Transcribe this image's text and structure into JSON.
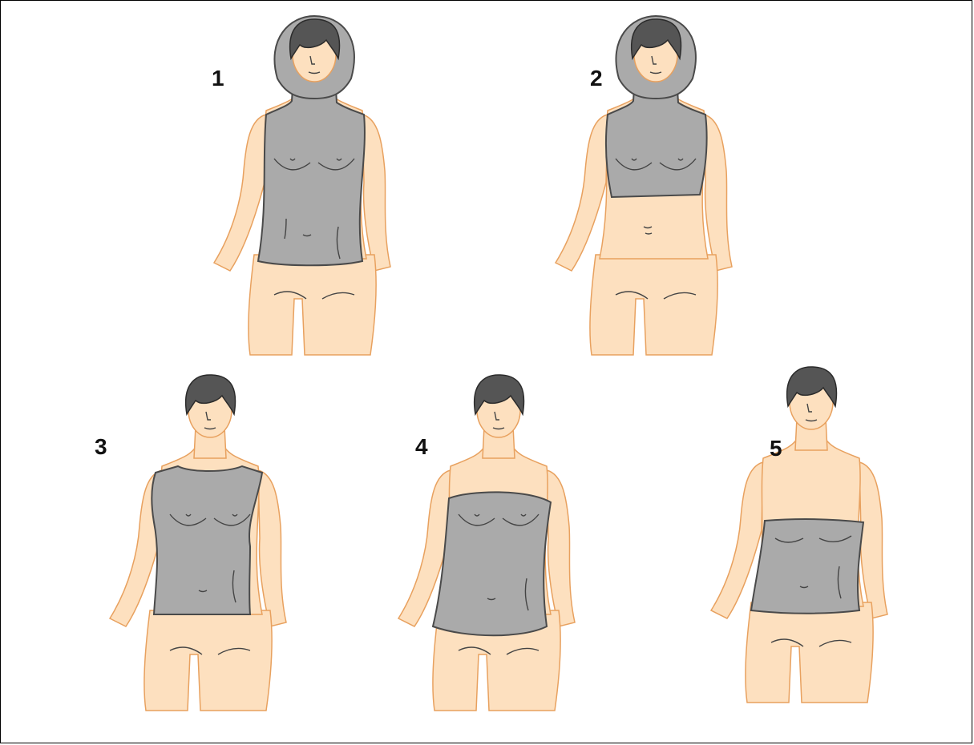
{
  "figures": [
    {
      "id": "fig1",
      "label": "1",
      "hood": true,
      "top": "full-turtleneck"
    },
    {
      "id": "fig2",
      "label": "2",
      "hood": true,
      "top": "crop-turtleneck"
    },
    {
      "id": "fig3",
      "label": "3",
      "hood": false,
      "top": "sleeveless-crew"
    },
    {
      "id": "fig4",
      "label": "4",
      "hood": false,
      "top": "tube-top"
    },
    {
      "id": "fig5",
      "label": "5",
      "hood": false,
      "top": "bandeau-wrap"
    }
  ],
  "colors": {
    "skin": "#fde0bf",
    "skin_outline": "#e8a15f",
    "garment": "#aaaaaa",
    "garment_outline": "#4a4a4a",
    "hair": "#555555",
    "hair_outline": "#2b2b2b",
    "label": "#111111",
    "border": "#000000"
  }
}
